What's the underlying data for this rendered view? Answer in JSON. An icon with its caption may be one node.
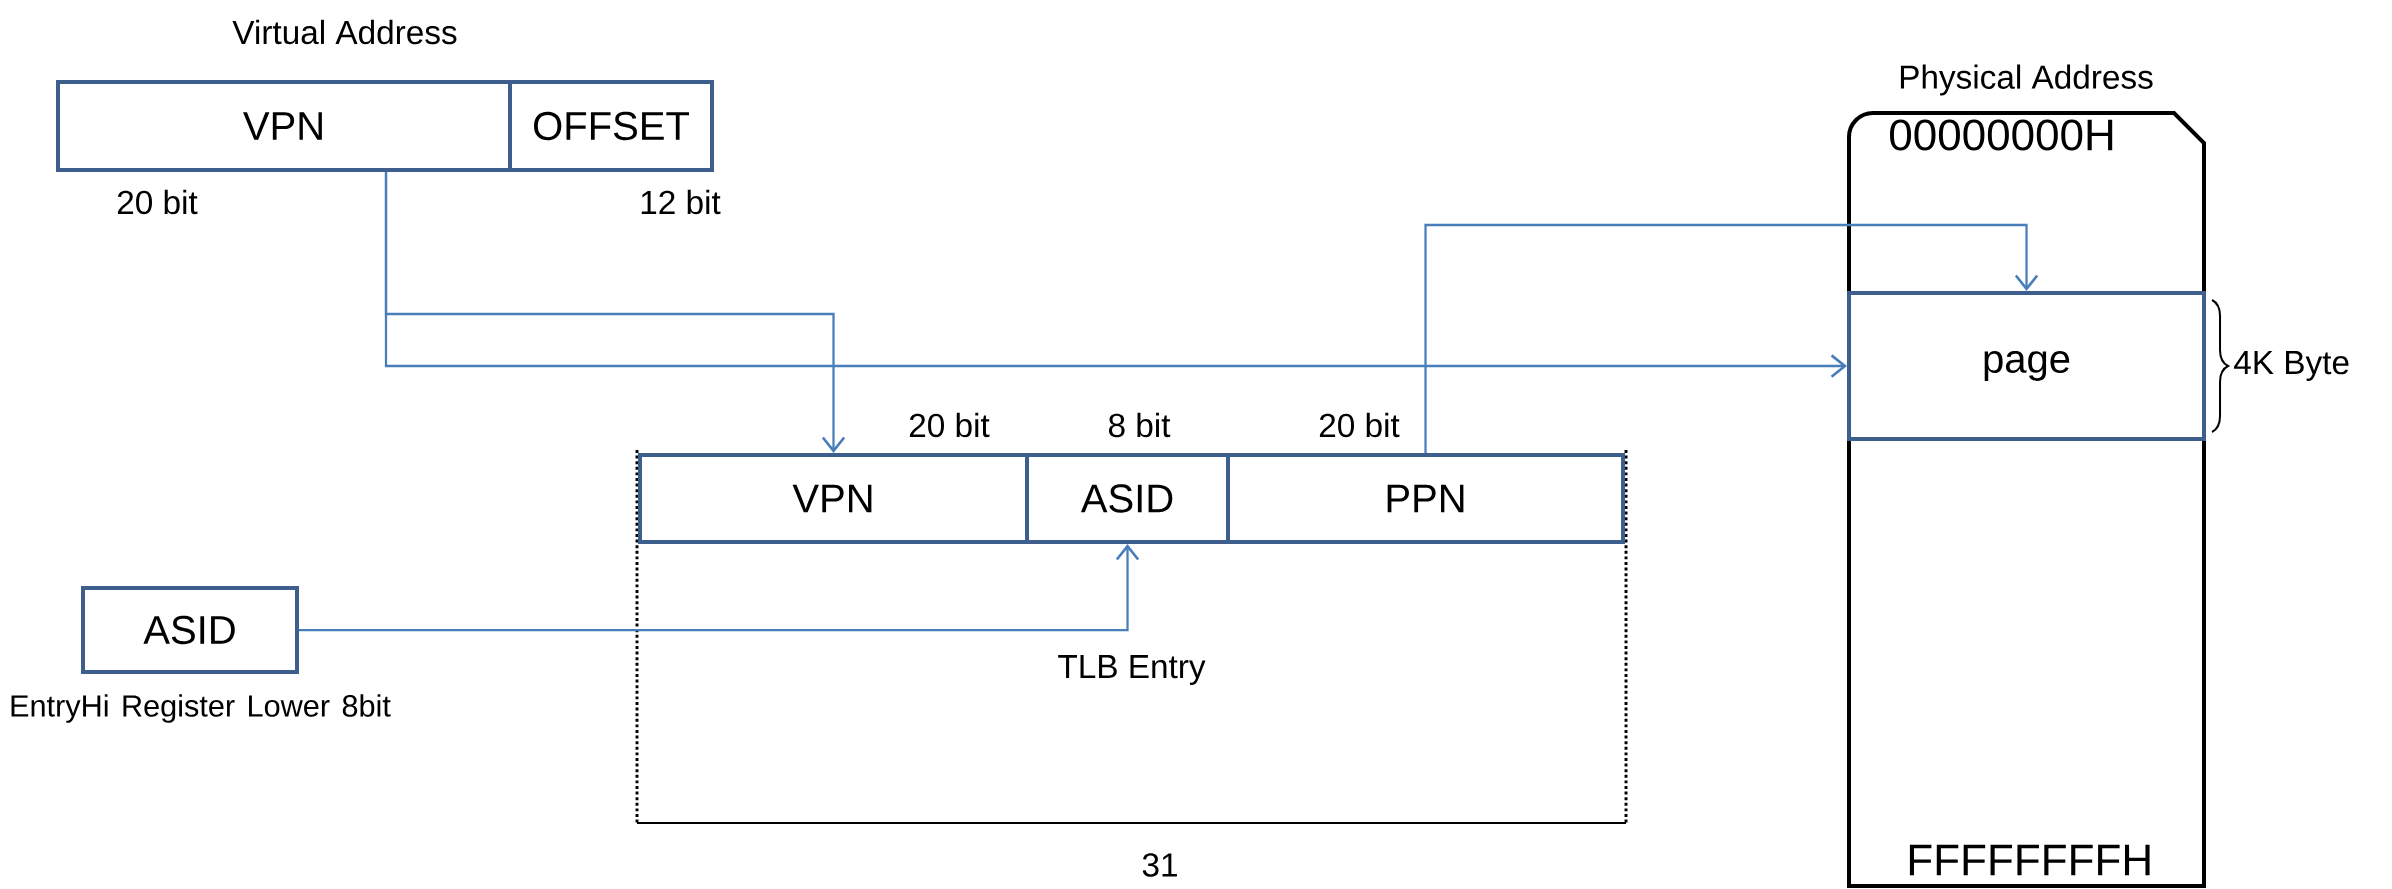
{
  "diagram": {
    "nodes": [
      {
        "text": [
          "VPN"
        ],
        "beside": [
          "20 bit"
        ]
      },
      {
        "text": [
          "OFFSET"
        ],
        "beside": [
          "12 bit"
        ]
      },
      {
        "text": [
          "TLB Entry"
        ]
      },
      {
        "text": [
          "VPN"
        ],
        "in": 2,
        "beside": [
          "20 bit"
        ]
      },
      {
        "text": [
          "ASID"
        ],
        "in": 2,
        "beside": [
          "8 bit"
        ]
      },
      {
        "text": [
          "PPN"
        ],
        "in": 2,
        "beside": [
          "20 bit"
        ]
      },
      {
        "text": [
          "ASID"
        ],
        "beside": [
          "EntryHi Register Lower 8bit"
        ]
      },
      {
        "text": [
          "Physical  Address",
          "00000000H",
          "FFFFFFFFH"
        ]
      },
      {
        "text": [
          "page"
        ],
        "in": 7,
        "beside": [
          "4K Byte"
        ]
      }
    ],
    "edges": [
      {
        "from": 0,
        "to": 3,
        "arrow": "to"
      },
      {
        "from": 0,
        "to": 8,
        "arrow": "to"
      },
      {
        "from": 5,
        "to": 8,
        "arrow": "to"
      },
      {
        "from": 6,
        "to": 4,
        "arrow": "to"
      }
    ],
    "labels": [
      "Virtual Address",
      "31"
    ]
  }
}
